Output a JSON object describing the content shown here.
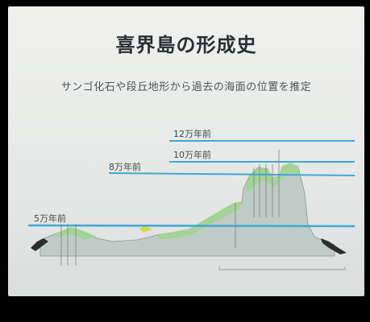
{
  "slide": {
    "title": "喜界島の形成史",
    "subtitle": "サンゴ化石や段丘地形から過去の海面の位置を推定"
  },
  "sea_levels": [
    {
      "label": "12万年前"
    },
    {
      "label": "10万年前"
    },
    {
      "label": "8万年前"
    },
    {
      "label": "5万年前"
    }
  ],
  "colors": {
    "terrain": "#bfcbc6",
    "coral": "#9ed58e",
    "sea_line": "#3fa8d4"
  }
}
